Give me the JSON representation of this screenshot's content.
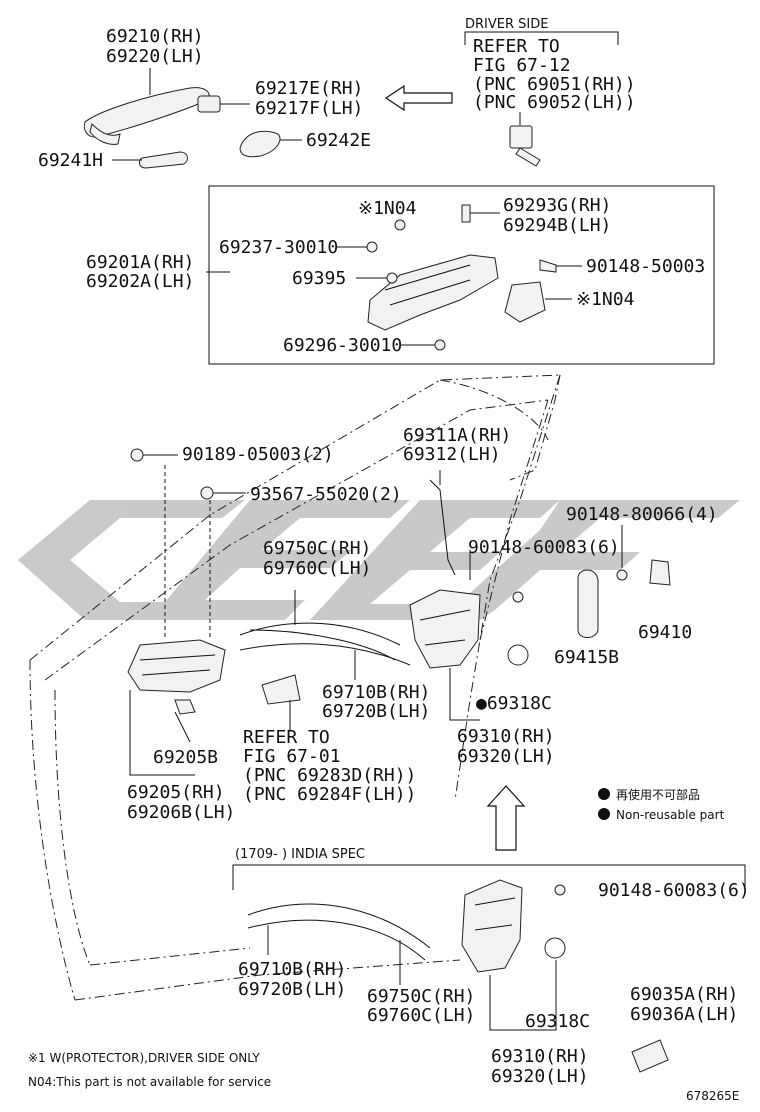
{
  "labels": {
    "p69210": "69210(RH)",
    "p69220": "69220(LH)",
    "p69217e": "69217E(RH)",
    "p69217f": "69217F(LH)",
    "p69242e": "69242E",
    "p69241h": "69241H",
    "driver_side": "DRIVER SIDE",
    "refer_fig_1": "REFER TO",
    "refer_fig_2": "FIG 67-12",
    "refer_fig_3": "(PNC 69051(RH))",
    "refer_fig_4": "(PNC 69052(LH))",
    "n04_top": "※1N04",
    "p69293g": "69293G(RH)",
    "p69294b": "69294B(LH)",
    "p69237": "69237-30010",
    "p69201a": "69201A(RH)",
    "p69202a": "69202A(LH)",
    "p69395": "69395",
    "p90148_50003": "90148-50003",
    "n04_right": "※1N04",
    "p69296": "69296-30010",
    "p90189": "90189-05003(2)",
    "p93567": "93567-55020(2)",
    "p69311a": "69311A(RH)",
    "p69312": "69312(LH)",
    "p90148_80066": "90148-80066(4)",
    "p69750c": "69750C(RH)",
    "p69760c": "69760C(LH)",
    "p90148_60083": "90148-60083(6)",
    "p69410": "69410",
    "p69415b": "69415B",
    "p69710b": "69710B(RH)",
    "p69720b": "69720B(LH)",
    "p69318c": "●69318C",
    "p69310": "69310(RH)",
    "p69320": "69320(LH)",
    "refer2_1": "REFER TO",
    "refer2_2": "FIG 67-01",
    "refer2_3": "(PNC 69283D(RH))",
    "refer2_4": "(PNC 69284F(LH))",
    "p69205b": "69205B",
    "p69205": "69205(RH)",
    "p69206b": "69206B(LH)",
    "legend_jp": "再使用不可部品",
    "legend_en": "Non-reusable part",
    "india_spec": "(1709-      ) INDIA SPEC",
    "b_p90148_60083": "90148-60083(6)",
    "b_p69710b": "69710B(RH)",
    "b_p69720b": "69720B(LH)",
    "b_p69750c": "69750C(RH)",
    "b_p69760c": "69760C(LH)",
    "b_p69318c": "69318C",
    "b_p69035a": "69035A(RH)",
    "b_p69036a": "69036A(LH)",
    "b_p69310": "69310(RH)",
    "b_p69320": "69320(LH)",
    "footnote1": "※1 W(PROTECTOR),DRIVER SIDE ONLY",
    "footnote2": "N04:This part is not available for service",
    "fig_code": "678265E"
  },
  "watermark": {
    "color": "#b8b8b8"
  }
}
